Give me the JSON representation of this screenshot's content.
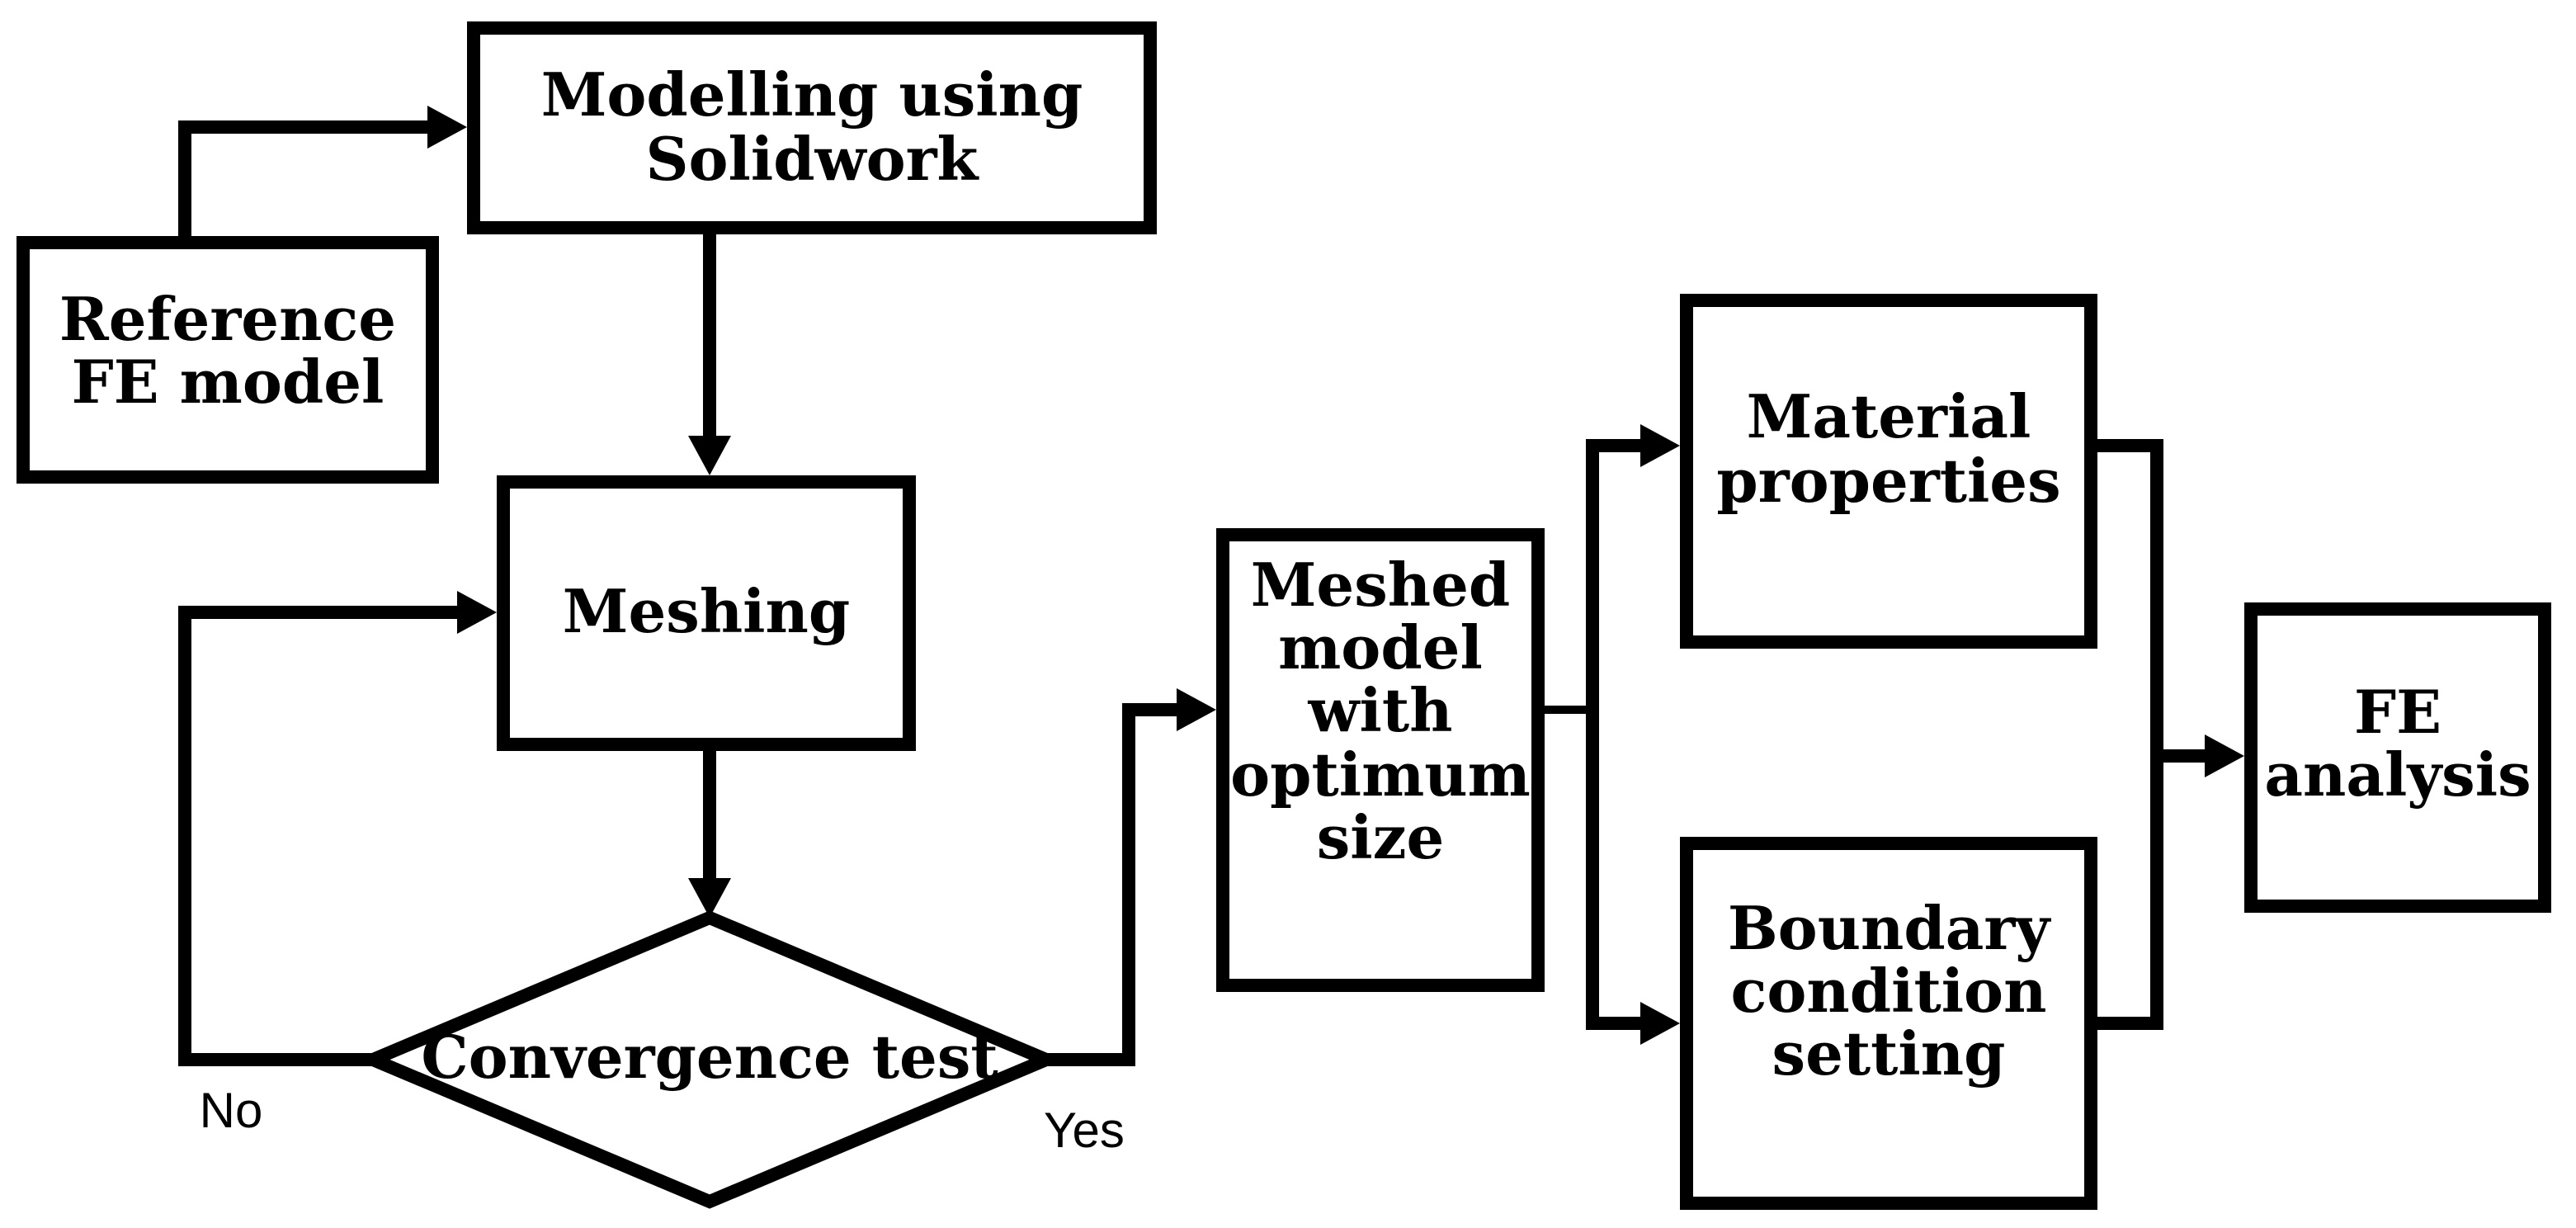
{
  "flowchart": {
    "background": "#ffffff",
    "stroke_color": "#000000",
    "text_color": "#000000",
    "nodes": {
      "reference": {
        "label": "Reference\nFE model",
        "shape": "rectangle"
      },
      "modelling": {
        "label": "Modelling using\nSolidwork",
        "shape": "rectangle"
      },
      "meshing": {
        "label": "Meshing",
        "shape": "rectangle"
      },
      "convergence": {
        "label": "Convergence test",
        "shape": "diamond"
      },
      "meshed_model": {
        "label": "Meshed\nmodel\nwith\noptimum\nsize",
        "shape": "rectangle"
      },
      "material": {
        "label": "Material\nproperties",
        "shape": "rectangle"
      },
      "boundary": {
        "label": "Boundary\ncondition\nsetting",
        "shape": "rectangle"
      },
      "fe_analysis": {
        "label": "FE\nanalysis",
        "shape": "rectangle"
      }
    },
    "edge_labels": {
      "no": "No",
      "yes": "Yes"
    },
    "edges": [
      {
        "from": "reference",
        "to": "modelling",
        "label": ""
      },
      {
        "from": "modelling",
        "to": "meshing",
        "label": ""
      },
      {
        "from": "meshing",
        "to": "convergence",
        "label": ""
      },
      {
        "from": "convergence",
        "to": "meshing",
        "label": "No"
      },
      {
        "from": "convergence",
        "to": "meshed_model",
        "label": "Yes"
      },
      {
        "from": "meshed_model",
        "to": "material",
        "label": ""
      },
      {
        "from": "meshed_model",
        "to": "boundary",
        "label": ""
      },
      {
        "from": "material",
        "to": "fe_analysis",
        "label": ""
      },
      {
        "from": "boundary",
        "to": "fe_analysis",
        "label": ""
      }
    ]
  }
}
